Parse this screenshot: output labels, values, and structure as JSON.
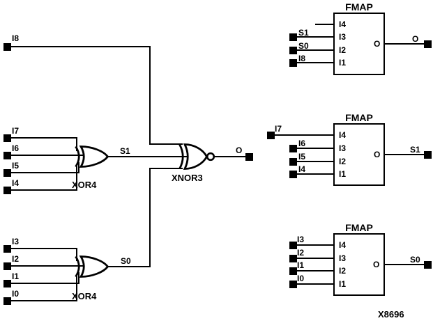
{
  "figure_id": "X8696",
  "colors": {
    "ink": "#000000",
    "background": "#ffffff"
  },
  "left": {
    "i8": {
      "label": "I8"
    },
    "xor4_top": {
      "gate_label": "XOR4",
      "inputs": [
        "I7",
        "I6",
        "I5",
        "I4"
      ],
      "output_net": "S1"
    },
    "xor4_bottom": {
      "gate_label": "XOR4",
      "inputs": [
        "I3",
        "I2",
        "I1",
        "I0"
      ],
      "output_net": "S0"
    },
    "xnor3": {
      "gate_label": "XNOR3",
      "input_nets": [
        "I8",
        "S1",
        "S0"
      ],
      "output_net": "O"
    }
  },
  "fmaps": [
    {
      "title": "FMAP",
      "inputs": [
        {
          "pin": "I4"
        },
        {
          "pin": "I3",
          "net": "S1"
        },
        {
          "pin": "I2",
          "net": "S0"
        },
        {
          "pin": "I1",
          "net": "I8"
        }
      ],
      "output": {
        "pin": "O",
        "net": "O"
      }
    },
    {
      "title": "FMAP",
      "inputs": [
        {
          "pin": "I4",
          "net": "I7"
        },
        {
          "pin": "I3",
          "net": "I6"
        },
        {
          "pin": "I2",
          "net": "I5"
        },
        {
          "pin": "I1",
          "net": "I4"
        }
      ],
      "output": {
        "pin": "O",
        "net": "S1"
      }
    },
    {
      "title": "FMAP",
      "inputs": [
        {
          "pin": "I4",
          "net": "I3"
        },
        {
          "pin": "I3",
          "net": "I2"
        },
        {
          "pin": "I2",
          "net": "I1"
        },
        {
          "pin": "I1",
          "net": "I0"
        }
      ],
      "output": {
        "pin": "O",
        "net": "S0"
      }
    }
  ]
}
